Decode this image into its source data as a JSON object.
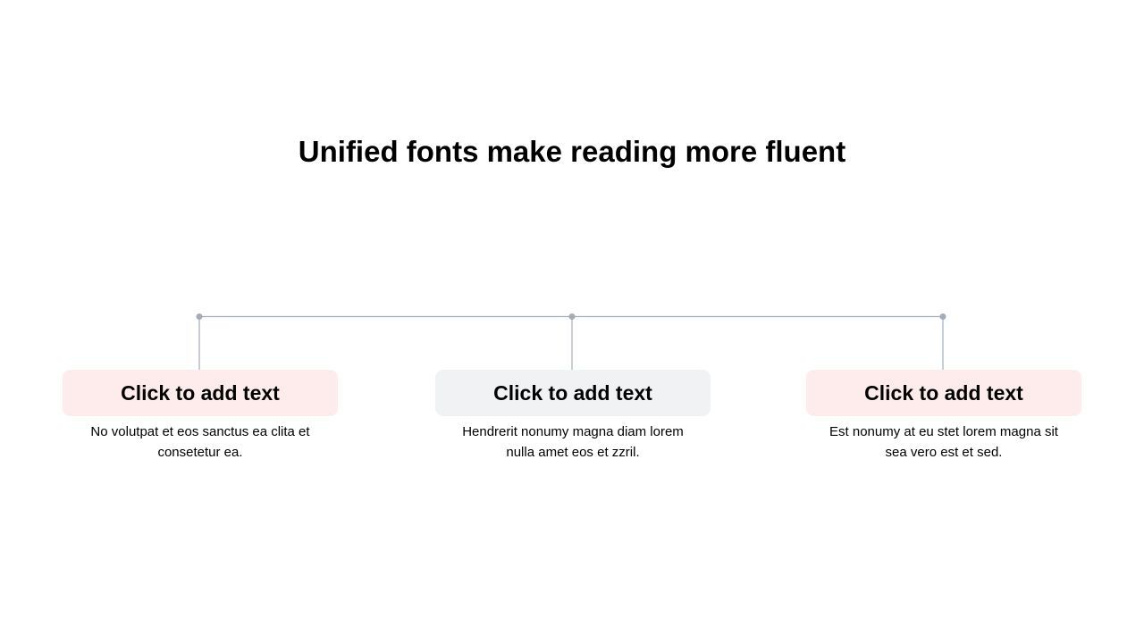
{
  "title": "Unified fonts make reading more fluent",
  "colors": {
    "connector": "#a4acb9",
    "dot": "#a4acb9",
    "box_pink": "#feecec",
    "box_gray": "#f1f2f4",
    "text": "#000000"
  },
  "nodes": [
    {
      "heading": "Click to add text",
      "description": "No volutpat et eos sanctus ea clita et consetetur ea.",
      "box_color": "#feecec"
    },
    {
      "heading": "Click to add text",
      "description": "Hendrerit nonumy magna diam lorem nulla amet eos et zzril.",
      "box_color": "#f1f2f4"
    },
    {
      "heading": "Click to add text",
      "description": "Est nonumy at eu stet lorem magna sit sea vero est et sed.",
      "box_color": "#feecec"
    }
  ]
}
